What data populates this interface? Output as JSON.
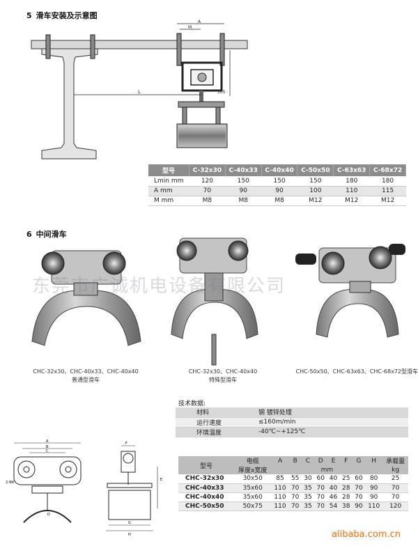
{
  "section5": {
    "num": "5",
    "title": "滑车安装及示意图"
  },
  "diagram5": {
    "label_A": "A",
    "label_M": "M",
    "label_L": "L",
    "label_105": "105"
  },
  "spec_table": {
    "headers": [
      "型号",
      "C-32x30",
      "C-40x33",
      "C-40x40",
      "C-50x50",
      "C-63x63",
      "C-68x72"
    ],
    "rows": [
      [
        "Lmin mm",
        "120",
        "150",
        "150",
        "150",
        "180",
        "180"
      ],
      [
        "A   mm",
        "70",
        "90",
        "90",
        "100",
        "110",
        "115"
      ],
      [
        "M   mm",
        "M8",
        "M8",
        "M8",
        "M12",
        "M12",
        "M12"
      ]
    ]
  },
  "section6": {
    "num": "6",
    "title": "中间滑车"
  },
  "products": [
    {
      "models": "CHC-32x30、CHC-40x33、CHC-40x40",
      "type": "普通型滑车"
    },
    {
      "models": "CHC-32x30、CHC-40x40",
      "type": "特殊型滑车"
    },
    {
      "models": "CHC-50x50、CHC-63x63、CHC-68x72型滑车",
      "type": ""
    }
  ],
  "watermark": "东莞市广诚机电设备有限公司",
  "tech": {
    "title": "技术数据:",
    "rows": [
      {
        "k": "材料",
        "v": "钢  镀锌处理"
      },
      {
        "k": "运行速度",
        "v": "≤160m/min"
      },
      {
        "k": "环境温度",
        "v": "-40℃~+125℃"
      }
    ]
  },
  "dims_table": {
    "h_model": "型号",
    "h_cable1": "电缆",
    "h_cable2": "厚度x宽度",
    "letters": [
      "A",
      "B",
      "C",
      "D",
      "E",
      "F",
      "G",
      "H"
    ],
    "h_unit": "mm",
    "h_load1": "承载量",
    "h_load2": "kg",
    "rows": [
      {
        "model": "CHC-32x30",
        "cable": "30x50",
        "vals": [
          "85",
          "55",
          "30",
          "60",
          "40",
          "25",
          "60",
          "80"
        ],
        "load": "25"
      },
      {
        "model": "CHC-40x33",
        "cable": "35x60",
        "vals": [
          "110",
          "70",
          "35",
          "70",
          "40",
          "28",
          "70",
          "90"
        ],
        "load": "70"
      },
      {
        "model": "CHC-40x40",
        "cable": "35x60",
        "vals": [
          "110",
          "70",
          "35",
          "70",
          "46",
          "28",
          "70",
          "90"
        ],
        "load": "70"
      },
      {
        "model": "CHC-50x50",
        "cable": "50x75",
        "vals": [
          "110",
          "70",
          "35",
          "70",
          "54",
          "38",
          "90",
          "110"
        ],
        "load": "120"
      }
    ]
  },
  "drawing_labels": {
    "A": "A",
    "B": "B",
    "C": "C",
    "D": "D",
    "E": "E",
    "F": "F",
    "G": "G",
    "H": "H",
    "dia": "2-Φ8"
  },
  "footer": {
    "site": "alibaba.com.cn"
  },
  "colors": {
    "steel": "#9a9a9a",
    "dark": "#3c3c3c",
    "header_bg": "#8c8c8c",
    "accent": "#ff6a00"
  }
}
